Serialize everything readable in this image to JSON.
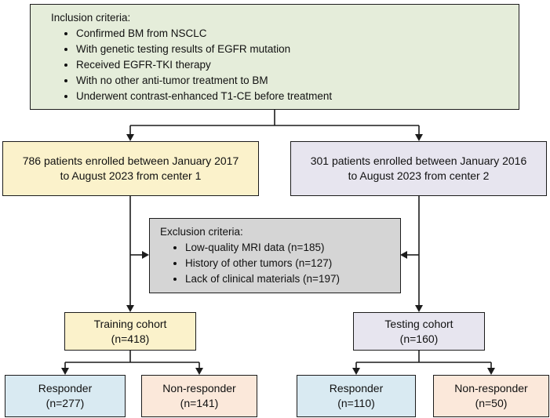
{
  "figure": {
    "type": "patient-enrollment-flowchart",
    "inclusion_box": {
      "title": "Inclusion criteria:",
      "bullets": [
        "Confirmed BM from NSCLC",
        "With genetic testing results of EGFR mutation",
        "Received EGFR-TKI therapy",
        "With no other anti-tumor treatment to BM",
        "Underwent contrast-enhanced T1-CE before treatment"
      ]
    },
    "center1_box": {
      "line1": "786 patients enrolled between January 2017",
      "line2": "to August 2023 from center 1"
    },
    "center2_box": {
      "line1": "301 patients enrolled between January 2016",
      "line2": "to August 2023 from center 2"
    },
    "exclusion_box": {
      "title": "Exclusion criteria:",
      "bullets": [
        "Low-quality MRI data (n=185)",
        "History of other tumors (n=127)",
        "Lack of clinical materials (n=197)"
      ]
    },
    "training_box": {
      "line1": "Training cohort",
      "line2": "(n=418)"
    },
    "testing_box": {
      "line1": "Testing cohort",
      "line2": "(n=160)"
    },
    "training_responder_box": {
      "line1": "Responder",
      "line2": "(n=277)"
    },
    "training_nonresponder_box": {
      "line1": "Non-responder",
      "line2": "(n=141)"
    },
    "testing_responder_box": {
      "line1": "Responder",
      "line2": "(n=110)"
    },
    "testing_nonresponder_box": {
      "line1": "Non-responder",
      "line2": "(n=50)"
    },
    "colors": {
      "inclusion_bg": "#e5edda",
      "center1_bg": "#fbf2cb",
      "center2_bg": "#e7e5ef",
      "exclusion_bg": "#d5d5d5",
      "responder_bg": "#d9eaf2",
      "nonresponder_bg": "#fbe8da",
      "border": "#1c1c1c",
      "connector": "#1c1c1c"
    }
  }
}
